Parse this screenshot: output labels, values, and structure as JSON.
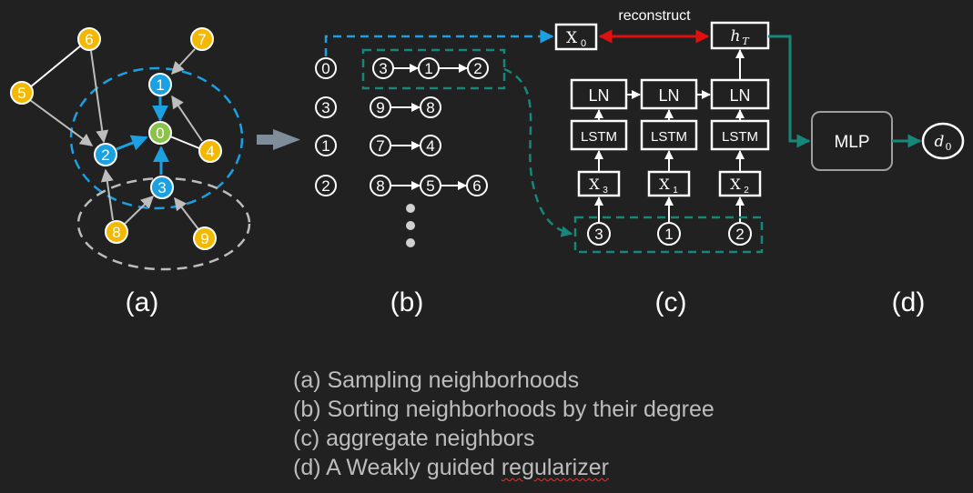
{
  "panel_a": {
    "label": "(a)",
    "nodes": [
      {
        "id": "0",
        "color": "#8bc34a"
      },
      {
        "id": "1",
        "color": "#1ba1e2"
      },
      {
        "id": "2",
        "color": "#1ba1e2"
      },
      {
        "id": "3",
        "color": "#1ba1e2"
      },
      {
        "id": "4",
        "color": "#f5b800"
      },
      {
        "id": "5",
        "color": "#f5b800"
      },
      {
        "id": "6",
        "color": "#f5b800"
      },
      {
        "id": "7",
        "color": "#f5b800"
      },
      {
        "id": "8",
        "color": "#f5b800"
      },
      {
        "id": "9",
        "color": "#f5b800"
      }
    ]
  },
  "panel_b": {
    "label": "(b)",
    "rows": [
      {
        "root": "0",
        "seq": [
          "3",
          "1",
          "2"
        ]
      },
      {
        "root": "3",
        "seq": [
          "9",
          "8"
        ]
      },
      {
        "root": "1",
        "seq": [
          "7",
          "4"
        ]
      },
      {
        "root": "2",
        "seq": [
          "8",
          "5",
          "6"
        ]
      }
    ]
  },
  "panel_c": {
    "label": "(c)",
    "reconstruct": "reconstruct",
    "x0": "X",
    "x0_sub": "0",
    "hT": "h",
    "hT_sub": "T",
    "ln": "LN",
    "lstm": "LSTM",
    "inputs": [
      {
        "x": "X",
        "sub": "3",
        "node": "3"
      },
      {
        "x": "X",
        "sub": "1",
        "node": "1"
      },
      {
        "x": "X",
        "sub": "2",
        "node": "2"
      }
    ]
  },
  "panel_d": {
    "label": "(d)",
    "mlp": "MLP",
    "out": "d",
    "out_sub": "0"
  },
  "caption": {
    "line_a": "(a) Sampling neighborhoods",
    "line_b": "(b) Sorting neighborhoods by their degree",
    "line_c": "(c) aggregate neighbors",
    "line_d_prefix": "(d) A Weakly guided ",
    "line_d_word": "regularizer"
  },
  "colors": {
    "blue": "#1ba1e2",
    "teal": "#17877a",
    "red": "#e01010",
    "white": "#ffffff",
    "gray": "#bdbdbd",
    "green": "#8bc34a",
    "yellow": "#f5b800"
  }
}
